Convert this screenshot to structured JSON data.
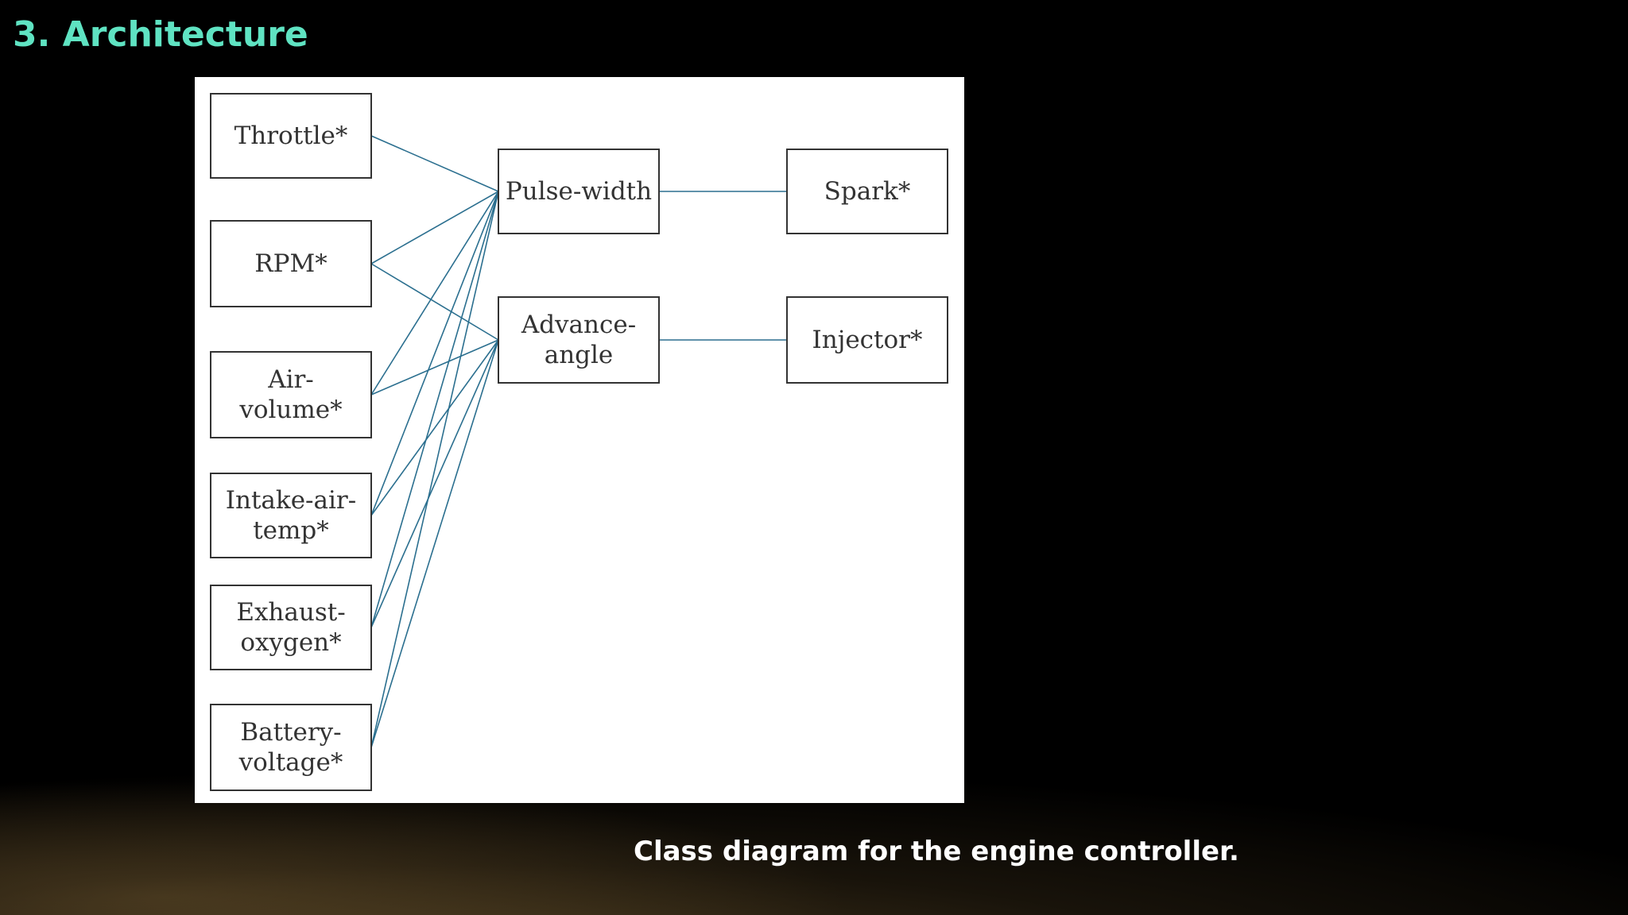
{
  "slide": {
    "title": "3. Architecture",
    "caption": "Class diagram for the engine controller."
  },
  "diagram": {
    "nodes": [
      {
        "id": "throttle",
        "lines": [
          "Throttle*"
        ]
      },
      {
        "id": "rpm",
        "lines": [
          "RPM*"
        ]
      },
      {
        "id": "air-volume",
        "lines": [
          "Air-",
          "volume*"
        ]
      },
      {
        "id": "intake-air-temp",
        "lines": [
          "Intake-air-",
          "temp*"
        ]
      },
      {
        "id": "exhaust-oxygen",
        "lines": [
          "Exhaust-",
          "oxygen*"
        ]
      },
      {
        "id": "battery-voltage",
        "lines": [
          "Battery-",
          "voltage*"
        ]
      },
      {
        "id": "pulse-width",
        "lines": [
          "Pulse-width"
        ]
      },
      {
        "id": "advance-angle",
        "lines": [
          "Advance-",
          "angle"
        ]
      },
      {
        "id": "spark",
        "lines": [
          "Spark*"
        ]
      },
      {
        "id": "injector",
        "lines": [
          "Injector*"
        ]
      }
    ],
    "edges": [
      {
        "from": "throttle",
        "to": "pulse-width"
      },
      {
        "from": "rpm",
        "to": "pulse-width"
      },
      {
        "from": "rpm",
        "to": "advance-angle"
      },
      {
        "from": "air-volume",
        "to": "pulse-width"
      },
      {
        "from": "air-volume",
        "to": "advance-angle"
      },
      {
        "from": "intake-air-temp",
        "to": "pulse-width"
      },
      {
        "from": "intake-air-temp",
        "to": "advance-angle"
      },
      {
        "from": "exhaust-oxygen",
        "to": "pulse-width"
      },
      {
        "from": "exhaust-oxygen",
        "to": "advance-angle"
      },
      {
        "from": "battery-voltage",
        "to": "pulse-width"
      },
      {
        "from": "battery-voltage",
        "to": "advance-angle"
      },
      {
        "from": "pulse-width",
        "to": "spark"
      },
      {
        "from": "advance-angle",
        "to": "injector"
      }
    ],
    "colors": {
      "edge": "#2b6f8f",
      "box_border": "#333333",
      "title": "#5fe3c2"
    }
  }
}
